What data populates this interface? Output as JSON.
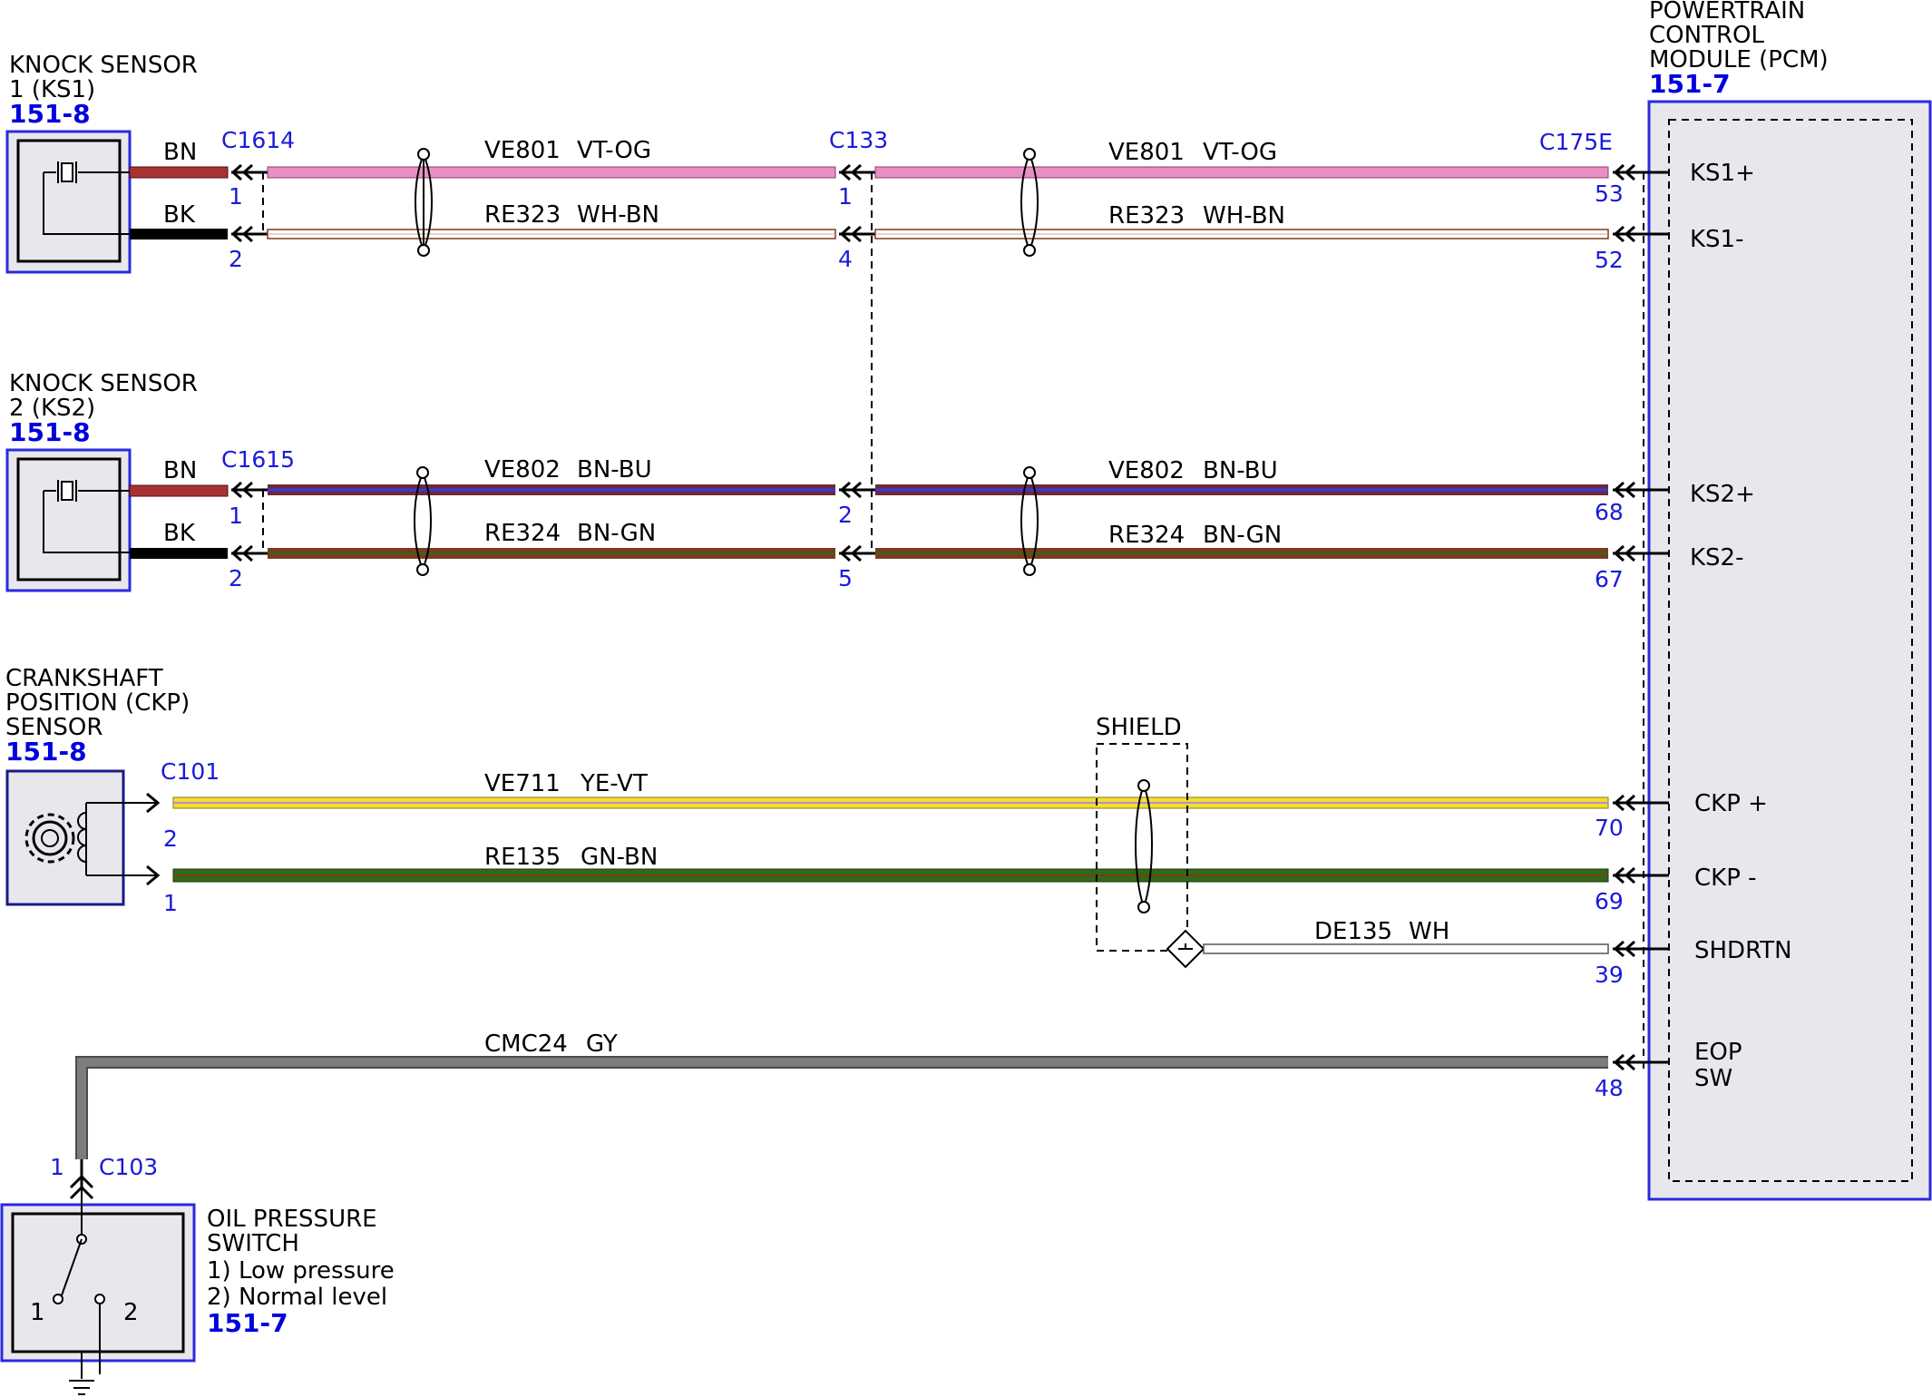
{
  "components": {
    "ks1": {
      "title_line1": "KNOCK SENSOR",
      "title_line2": "1 (KS1)",
      "ref": "151-8"
    },
    "ks2": {
      "title_line1": "KNOCK SENSOR",
      "title_line2": "2 (KS2)",
      "ref": "151-8"
    },
    "ckp": {
      "title_line1": "CRANKSHAFT",
      "title_line2": "POSITION (CKP)",
      "title_line3": "SENSOR",
      "ref": "151-8"
    },
    "pcm": {
      "title_line1": "POWERTRAIN",
      "title_line2": "CONTROL",
      "title_line3": "MODULE (PCM)",
      "ref": "151-7"
    },
    "ops": {
      "title_line1": "OIL PRESSURE",
      "title_line2": "SWITCH",
      "note1": "1) Low pressure",
      "note2": "2) Normal level",
      "ref": "151-7",
      "term1": "1",
      "term2": "2"
    }
  },
  "connectors": {
    "c1614": "C1614",
    "c1615": "C1615",
    "c133": "C133",
    "c175e": "C175E",
    "c101": "C101",
    "c103": "C103"
  },
  "shield_label": "SHIELD",
  "colors": {
    "vt_og": "#e98fc4",
    "wh_bn": "#ffffff",
    "bn_bu": "#6b2a3a",
    "bn_gn": "#7b3b1e",
    "ye_vt": "#f2df30",
    "gn_bn": "#2f6a18",
    "wh": "#ffffff",
    "gy": "#7d7d7d",
    "bn": "#a83232",
    "bk": "#000000",
    "ref_blue": "#0000dd",
    "pin_blue": "#1a1adb",
    "box_blue": "#2a2ae0",
    "box_fill": "#e8e8ec"
  },
  "wires": [
    {
      "id": "ks1p",
      "left_color": "BN",
      "left_pin": "1",
      "mid_left_pin": "1",
      "circuit_left": "VE801",
      "color_left": "VT-OG",
      "circuit_right": "VE801",
      "color_right": "VT-OG",
      "pcm_pin": "53",
      "pcm_signal": "KS1+"
    },
    {
      "id": "ks1m",
      "left_color": "BK",
      "left_pin": "2",
      "mid_left_pin": "4",
      "circuit_left": "RE323",
      "color_left": "WH-BN",
      "circuit_right": "RE323",
      "color_right": "WH-BN",
      "pcm_pin": "52",
      "pcm_signal": "KS1-"
    },
    {
      "id": "ks2p",
      "left_color": "BN",
      "left_pin": "1",
      "mid_left_pin": "2",
      "circuit_left": "VE802",
      "color_left": "BN-BU",
      "circuit_right": "VE802",
      "color_right": "BN-BU",
      "pcm_pin": "68",
      "pcm_signal": "KS2+"
    },
    {
      "id": "ks2m",
      "left_color": "BK",
      "left_pin": "2",
      "mid_left_pin": "5",
      "circuit_left": "RE324",
      "color_left": "BN-GN",
      "circuit_right": "RE324",
      "color_right": "BN-GN",
      "pcm_pin": "67",
      "pcm_signal": "KS2-"
    },
    {
      "id": "ckpp",
      "left_pin": "2",
      "circuit": "VE711",
      "color": "YE-VT",
      "pcm_pin": "70",
      "pcm_signal": "CKP +"
    },
    {
      "id": "ckpm",
      "left_pin": "1",
      "circuit": "RE135",
      "color": "GN-BN",
      "pcm_pin": "69",
      "pcm_signal": "CKP -"
    },
    {
      "id": "shd",
      "circuit": "DE135",
      "color": "WH",
      "pcm_pin": "39",
      "pcm_signal": "SHDRTN"
    },
    {
      "id": "eop",
      "left_pin": "1",
      "circuit": "CMC24",
      "color": "GY",
      "pcm_pin": "48",
      "pcm_signal_line1": "EOP",
      "pcm_signal_line2": "SW"
    }
  ]
}
